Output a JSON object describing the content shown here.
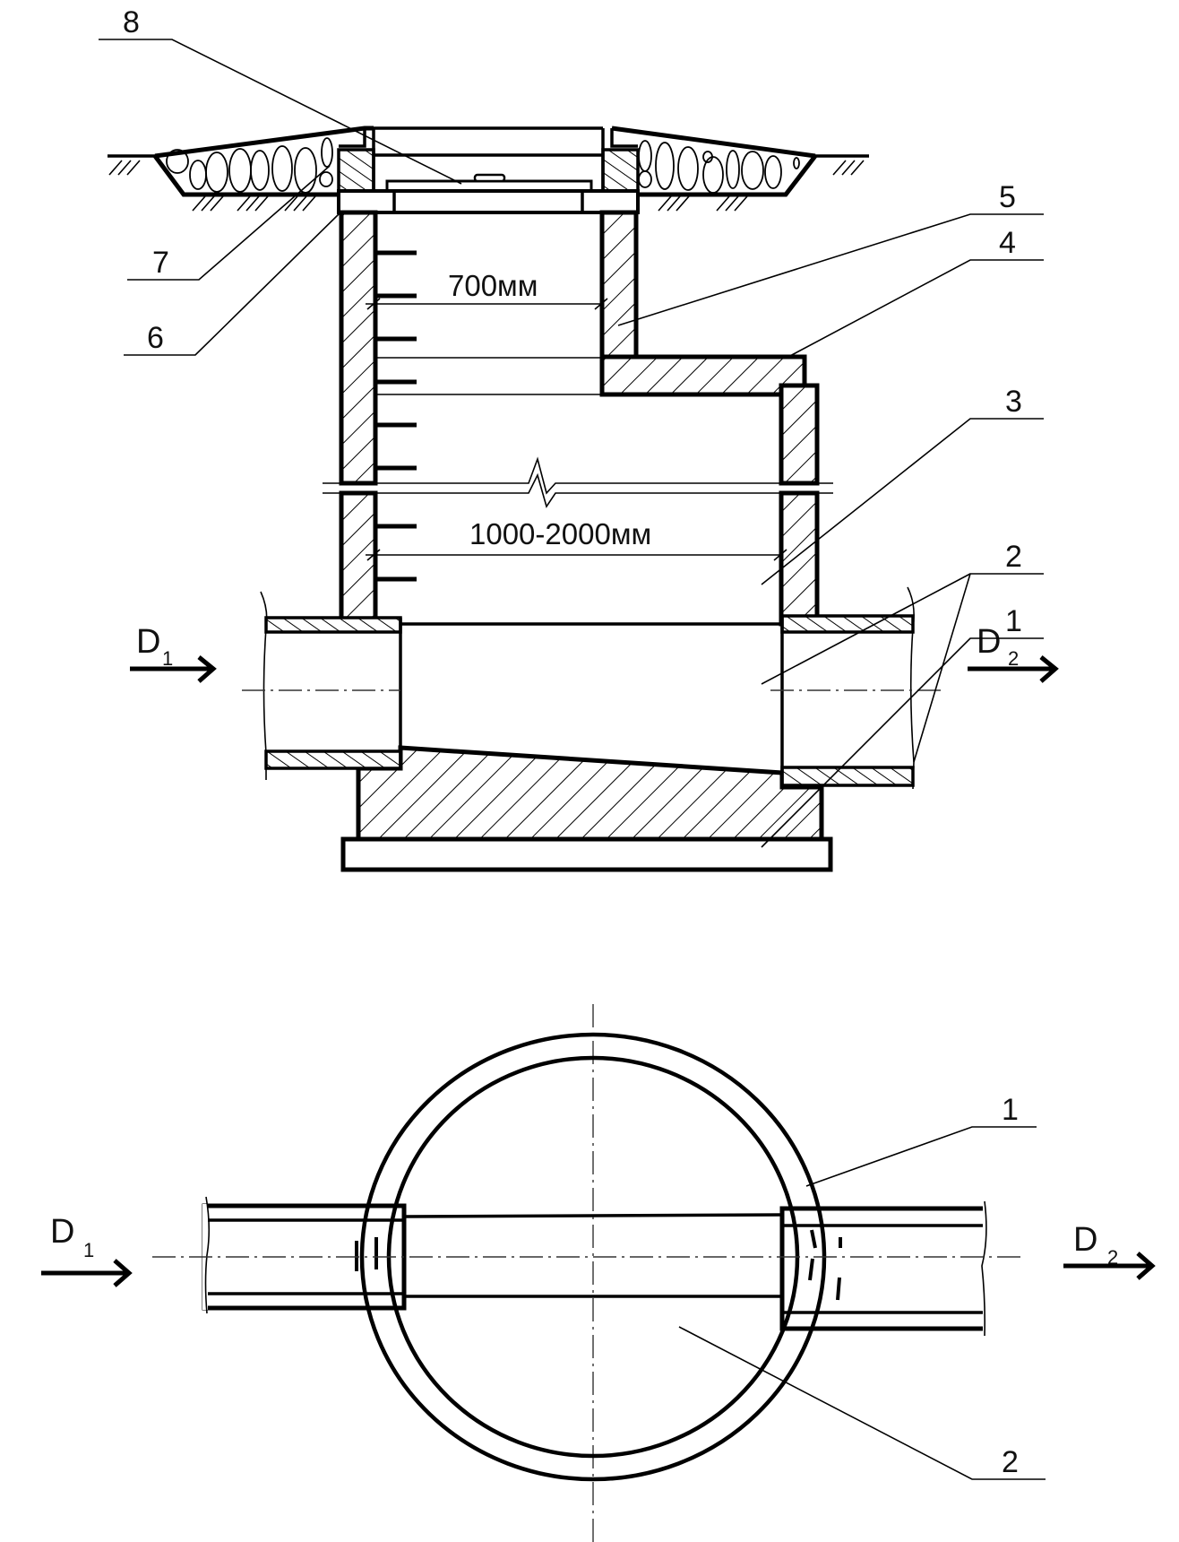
{
  "title": "Смотровой колодец — разрез и план",
  "section_view": {
    "callouts": [
      {
        "id": "8",
        "text": "8",
        "target": "cover"
      },
      {
        "id": "7",
        "text": "7",
        "target": "support-ring"
      },
      {
        "id": "6",
        "text": "6",
        "target": "top-slab"
      },
      {
        "id": "5",
        "text": "5",
        "target": "neck-wall"
      },
      {
        "id": "4",
        "text": "4",
        "target": "cover-slab"
      },
      {
        "id": "3",
        "text": "3",
        "target": "shaft-wall"
      },
      {
        "id": "2",
        "text": "2",
        "target": "flow-tray"
      },
      {
        "id": "1",
        "text": "1",
        "target": "base-slab"
      }
    ],
    "dimensions": {
      "neck_width": "700мм",
      "shaft_diameter": "1000-2000мм"
    },
    "flows": {
      "inlet": {
        "letter": "D",
        "subscript": "1"
      },
      "outlet": {
        "letter": "D",
        "subscript": "2"
      }
    },
    "ladder_rungs_upper": 6,
    "ladder_rungs_lower": 2
  },
  "plan_view": {
    "callouts": [
      {
        "id": "1",
        "text": "1",
        "target": "base-ring"
      },
      {
        "id": "2",
        "text": "2",
        "target": "flow-tray"
      }
    ],
    "flows": {
      "inlet": {
        "letter": "D",
        "subscript": "1"
      },
      "outlet": {
        "letter": "D",
        "subscript": "2"
      }
    }
  }
}
